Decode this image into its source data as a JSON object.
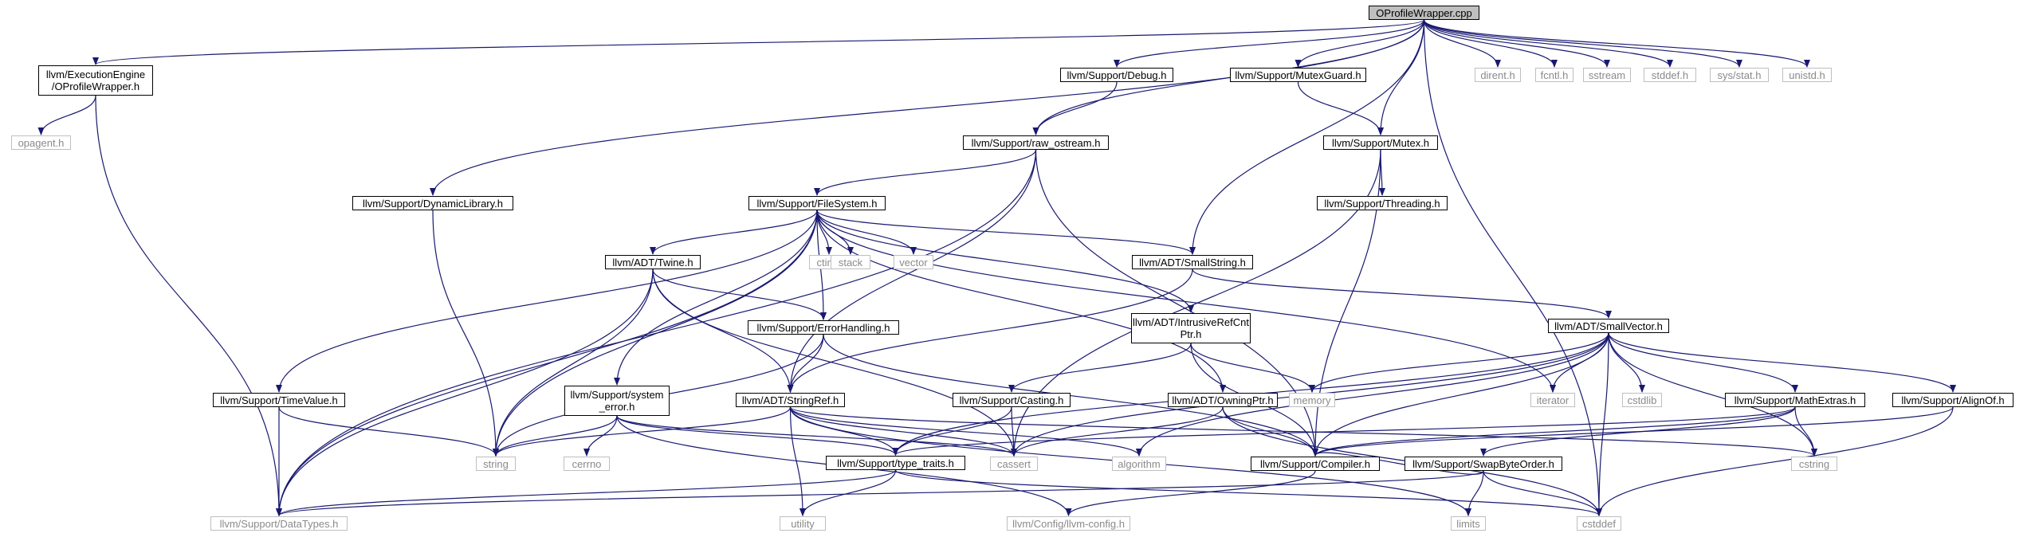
{
  "colors": {
    "edge": "#191970",
    "node_border": "#000000",
    "ext_border": "#bfbfbf",
    "ext_text": "#8a8a8a",
    "root_fill": "#bfbfbf"
  },
  "nodes": {
    "root": {
      "label": "OProfileWrapper.cpp",
      "kind": "root"
    },
    "ee_opw": {
      "label": "llvm/ExecutionEngine\n/OProfileWrapper.h",
      "kind": "doc"
    },
    "opagent": {
      "label": "opagent.h",
      "kind": "ext"
    },
    "debug": {
      "label": "llvm/Support/Debug.h",
      "kind": "doc"
    },
    "mutexguard": {
      "label": "llvm/Support/MutexGuard.h",
      "kind": "doc"
    },
    "dirent": {
      "label": "dirent.h",
      "kind": "ext"
    },
    "fcntl": {
      "label": "fcntl.h",
      "kind": "ext"
    },
    "sstream": {
      "label": "sstream",
      "kind": "ext"
    },
    "stddef": {
      "label": "stddef.h",
      "kind": "ext"
    },
    "sysstat": {
      "label": "sys/stat.h",
      "kind": "ext"
    },
    "unistd": {
      "label": "unistd.h",
      "kind": "ext"
    },
    "raw_ostream": {
      "label": "llvm/Support/raw_ostream.h",
      "kind": "doc"
    },
    "mutex": {
      "label": "llvm/Support/Mutex.h",
      "kind": "doc"
    },
    "dynlib": {
      "label": "llvm/Support/DynamicLibrary.h",
      "kind": "doc"
    },
    "filesystem": {
      "label": "llvm/Support/FileSystem.h",
      "kind": "doc"
    },
    "threading": {
      "label": "llvm/Support/Threading.h",
      "kind": "doc"
    },
    "twine": {
      "label": "llvm/ADT/Twine.h",
      "kind": "doc"
    },
    "ctime": {
      "label": "ctime",
      "kind": "ext"
    },
    "stack": {
      "label": "stack",
      "kind": "ext"
    },
    "vector": {
      "label": "vector",
      "kind": "ext"
    },
    "smallstring": {
      "label": "llvm/ADT/SmallString.h",
      "kind": "doc"
    },
    "intrusive": {
      "label": "llvm/ADT/IntrusiveRefCnt\nPtr.h",
      "kind": "doc"
    },
    "smallvector": {
      "label": "llvm/ADT/SmallVector.h",
      "kind": "doc"
    },
    "errorhandling": {
      "label": "llvm/Support/ErrorHandling.h",
      "kind": "doc"
    },
    "timevalue": {
      "label": "llvm/Support/TimeValue.h",
      "kind": "doc"
    },
    "system_error": {
      "label": "llvm/Support/system\n_error.h",
      "kind": "doc"
    },
    "stringref": {
      "label": "llvm/ADT/StringRef.h",
      "kind": "doc"
    },
    "casting": {
      "label": "llvm/Support/Casting.h",
      "kind": "doc"
    },
    "owningptr": {
      "label": "llvm/ADT/OwningPtr.h",
      "kind": "doc"
    },
    "memory": {
      "label": "memory",
      "kind": "ext"
    },
    "iterator": {
      "label": "iterator",
      "kind": "ext"
    },
    "cstdlib": {
      "label": "cstdlib",
      "kind": "ext"
    },
    "mathextras": {
      "label": "llvm/Support/MathExtras.h",
      "kind": "doc"
    },
    "alignof": {
      "label": "llvm/Support/AlignOf.h",
      "kind": "doc"
    },
    "string": {
      "label": "string",
      "kind": "ext"
    },
    "cerrno": {
      "label": "cerrno",
      "kind": "ext"
    },
    "type_traits": {
      "label": "llvm/Support/type_traits.h",
      "kind": "doc"
    },
    "cassert": {
      "label": "cassert",
      "kind": "ext"
    },
    "algorithm": {
      "label": "algorithm",
      "kind": "ext"
    },
    "compiler": {
      "label": "llvm/Support/Compiler.h",
      "kind": "doc"
    },
    "swapbyteorder": {
      "label": "llvm/Support/SwapByteOrder.h",
      "kind": "doc"
    },
    "cstring": {
      "label": "cstring",
      "kind": "ext"
    },
    "datatypes": {
      "label": "llvm/Support/DataTypes.h",
      "kind": "ext"
    },
    "utility": {
      "label": "utility",
      "kind": "ext"
    },
    "llvmconfig": {
      "label": "llvm/Config/llvm-config.h",
      "kind": "ext"
    },
    "limits": {
      "label": "limits",
      "kind": "ext"
    },
    "cstddef": {
      "label": "cstddef",
      "kind": "ext"
    }
  },
  "edges": [
    [
      "root",
      "ee_opw"
    ],
    [
      "root",
      "debug"
    ],
    [
      "root",
      "mutexguard"
    ],
    [
      "root",
      "dirent"
    ],
    [
      "root",
      "fcntl"
    ],
    [
      "root",
      "sstream"
    ],
    [
      "root",
      "stddef"
    ],
    [
      "root",
      "sysstat"
    ],
    [
      "root",
      "unistd"
    ],
    [
      "root",
      "raw_ostream"
    ],
    [
      "root",
      "mutex"
    ],
    [
      "root",
      "dynlib"
    ],
    [
      "root",
      "smallstring"
    ],
    [
      "root",
      "cstddef"
    ],
    [
      "ee_opw",
      "opagent"
    ],
    [
      "ee_opw",
      "datatypes"
    ],
    [
      "debug",
      "raw_ostream"
    ],
    [
      "mutexguard",
      "mutex"
    ],
    [
      "raw_ostream",
      "filesystem"
    ],
    [
      "raw_ostream",
      "stringref"
    ],
    [
      "raw_ostream",
      "compiler"
    ],
    [
      "raw_ostream",
      "datatypes"
    ],
    [
      "mutex",
      "threading"
    ],
    [
      "mutex",
      "compiler"
    ],
    [
      "mutex",
      "cassert"
    ],
    [
      "dynlib",
      "string"
    ],
    [
      "filesystem",
      "twine"
    ],
    [
      "filesystem",
      "ctime"
    ],
    [
      "filesystem",
      "stack"
    ],
    [
      "filesystem",
      "vector"
    ],
    [
      "filesystem",
      "smallstring"
    ],
    [
      "filesystem",
      "intrusive"
    ],
    [
      "filesystem",
      "owningptr"
    ],
    [
      "filesystem",
      "errorhandling"
    ],
    [
      "filesystem",
      "timevalue"
    ],
    [
      "filesystem",
      "system_error"
    ],
    [
      "filesystem",
      "string"
    ],
    [
      "filesystem",
      "datatypes"
    ],
    [
      "filesystem",
      "iterator"
    ],
    [
      "twine",
      "errorhandling"
    ],
    [
      "twine",
      "stringref"
    ],
    [
      "twine",
      "string"
    ],
    [
      "twine",
      "datatypes"
    ],
    [
      "twine",
      "cassert"
    ],
    [
      "smallstring",
      "smallvector"
    ],
    [
      "smallstring",
      "stringref"
    ],
    [
      "intrusive",
      "casting"
    ],
    [
      "intrusive",
      "memory"
    ],
    [
      "intrusive",
      "compiler"
    ],
    [
      "smallvector",
      "memory"
    ],
    [
      "smallvector",
      "iterator"
    ],
    [
      "smallvector",
      "cstdlib"
    ],
    [
      "smallvector",
      "mathextras"
    ],
    [
      "smallvector",
      "alignof"
    ],
    [
      "smallvector",
      "type_traits"
    ],
    [
      "smallvector",
      "cassert"
    ],
    [
      "smallvector",
      "algorithm"
    ],
    [
      "smallvector",
      "compiler"
    ],
    [
      "smallvector",
      "cstring"
    ],
    [
      "smallvector",
      "cstddef"
    ],
    [
      "errorhandling",
      "stringref"
    ],
    [
      "errorhandling",
      "compiler"
    ],
    [
      "errorhandling",
      "string"
    ],
    [
      "timevalue",
      "string"
    ],
    [
      "timevalue",
      "datatypes"
    ],
    [
      "system_error",
      "cerrno"
    ],
    [
      "system_error",
      "string"
    ],
    [
      "system_error",
      "type_traits"
    ],
    [
      "system_error",
      "llvmconfig"
    ],
    [
      "system_error",
      "cassert"
    ],
    [
      "stringref",
      "type_traits"
    ],
    [
      "stringref",
      "algorithm"
    ],
    [
      "stringref",
      "cassert"
    ],
    [
      "stringref",
      "cstring"
    ],
    [
      "stringref",
      "limits"
    ],
    [
      "stringref",
      "string"
    ],
    [
      "stringref",
      "utility"
    ],
    [
      "casting",
      "type_traits"
    ],
    [
      "casting",
      "cassert"
    ],
    [
      "owningptr",
      "compiler"
    ],
    [
      "owningptr",
      "cassert"
    ],
    [
      "owningptr",
      "cstddef"
    ],
    [
      "mathextras",
      "swapbyteorder"
    ],
    [
      "mathextras",
      "compiler"
    ],
    [
      "mathextras",
      "cstring"
    ],
    [
      "mathextras",
      "type_traits"
    ],
    [
      "alignof",
      "compiler"
    ],
    [
      "alignof",
      "cstddef"
    ],
    [
      "type_traits",
      "datatypes"
    ],
    [
      "type_traits",
      "utility"
    ],
    [
      "type_traits",
      "cstddef"
    ],
    [
      "compiler",
      "llvmconfig"
    ],
    [
      "swapbyteorder",
      "compiler"
    ],
    [
      "swapbyteorder",
      "datatypes"
    ],
    [
      "swapbyteorder",
      "limits"
    ],
    [
      "swapbyteorder",
      "cstddef"
    ]
  ]
}
